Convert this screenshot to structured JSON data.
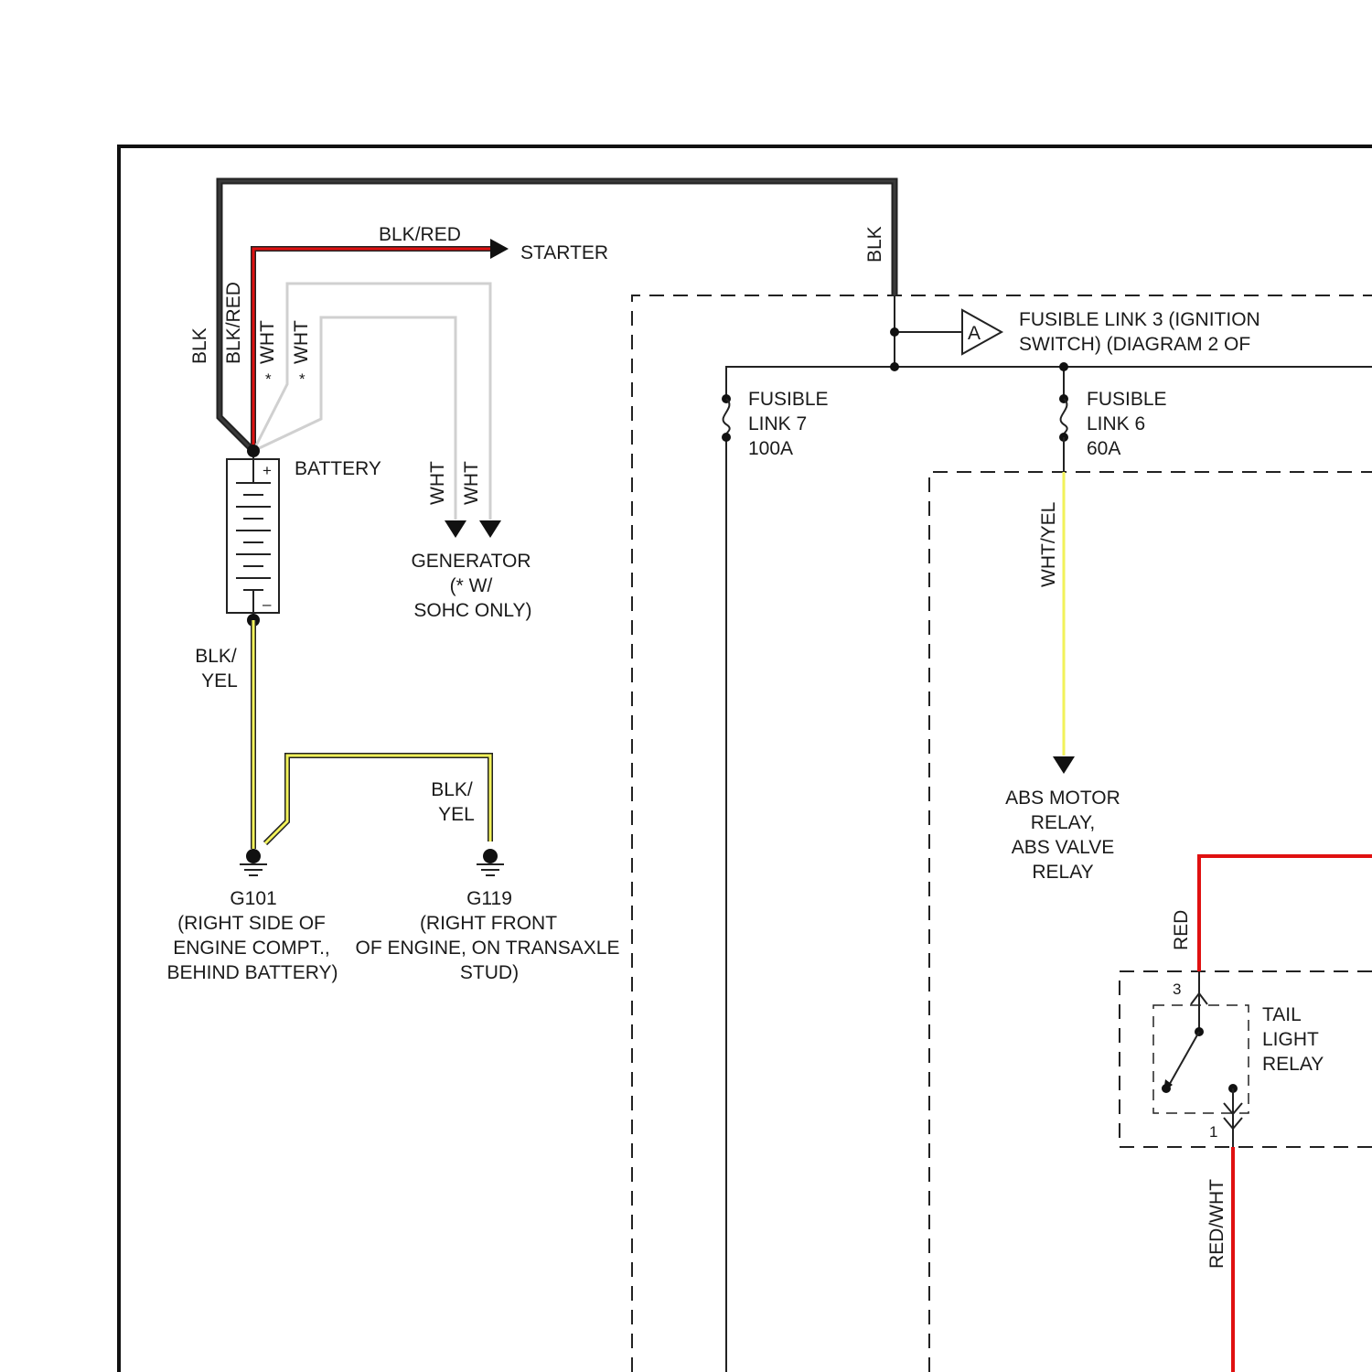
{
  "colors": {
    "blk": "#3a3a3a",
    "red": "#e01010",
    "wht": "#d0d0d0",
    "yel": "#f2f25a",
    "outline": "#222222"
  },
  "wires": {
    "blk_top": "BLK",
    "blk_left": "BLK",
    "blk_red_vertical": "BLK/RED",
    "blk_red_starter": "BLK/RED",
    "wht_1": "WHT",
    "wht_2": "WHT",
    "wht_gen_1": "WHT",
    "wht_gen_2": "WHT",
    "asterisk": "*",
    "blk_yel_battery_1": "BLK/",
    "blk_yel_battery_2": "YEL",
    "blk_yel_g119_1": "BLK/",
    "blk_yel_g119_2": "YEL",
    "wht_yel": "WHT/YEL",
    "red": "RED",
    "red_wht": "RED/WHT"
  },
  "components": {
    "starter": "STARTER",
    "battery": "BATTERY",
    "battery_plus": "+",
    "battery_minus": "–",
    "generator_lines": [
      "GENERATOR",
      "(* W/",
      "SOHC ONLY)"
    ],
    "connector_a": "A",
    "fusible_link_3_lines": [
      "FUSIBLE LINK 3 (IGNITION",
      "SWITCH) (DIAGRAM 2 OF"
    ],
    "fusible_link_7_lines": [
      "FUSIBLE",
      "LINK 7",
      "100A"
    ],
    "fusible_link_6_lines": [
      "FUSIBLE",
      "LINK 6",
      "60A"
    ],
    "abs_lines": [
      "ABS MOTOR",
      "RELAY,",
      "ABS VALVE",
      "RELAY"
    ],
    "tail_light_relay_lines": [
      "TAIL",
      "LIGHT",
      "RELAY"
    ],
    "pin_3": "3",
    "pin_1": "1"
  },
  "grounds": {
    "g101_lines": [
      "G101",
      "(RIGHT SIDE OF",
      "ENGINE COMPT.,",
      "BEHIND BATTERY)"
    ],
    "g119_lines": [
      "G119",
      "(RIGHT FRONT",
      "OF ENGINE, ON TRANSAXLE",
      "STUD)"
    ]
  }
}
